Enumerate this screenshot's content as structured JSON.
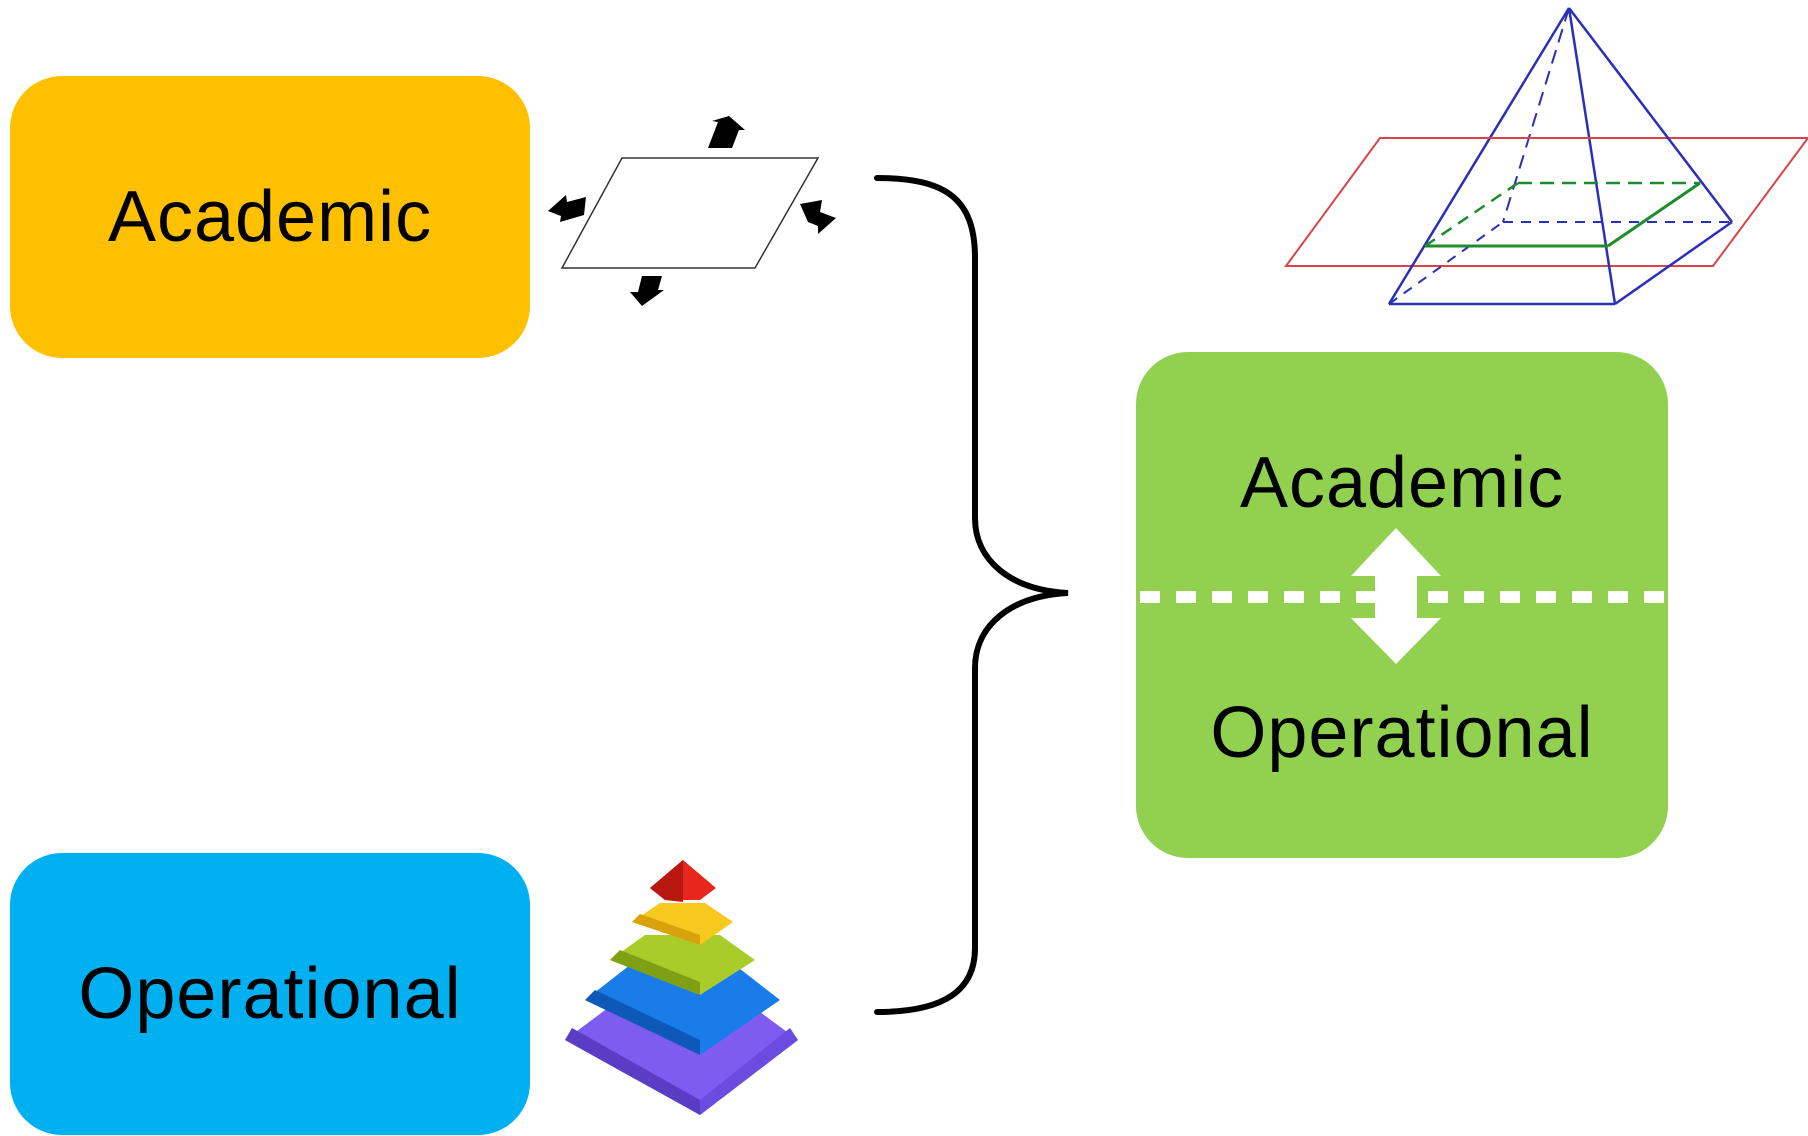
{
  "boxes": {
    "academic": {
      "label": "Academic",
      "color": "#FFC000"
    },
    "operational": {
      "label": "Operational",
      "color": "#00B0F0"
    },
    "combined": {
      "top_label": "Academic",
      "bottom_label": "Operational",
      "color": "#92D050"
    }
  },
  "icons": {
    "academic_icon": "flat-plane-with-arrows-icon",
    "operational_icon": "layered-pyramid-icon",
    "combined_icon": "pyramid-with-intersecting-planes-icon",
    "connector": "curly-brace-icon",
    "divider_arrow": "double-headed-arrow-icon"
  },
  "pyramid_layer_colors": [
    "#E8271C",
    "#F7C81E",
    "#A9CC2A",
    "#1A7CE8",
    "#7E5CF0"
  ],
  "plane_colors": {
    "outer_plane": "#D9444C",
    "inner_plane": "#1E8C2E",
    "pyramid": "#2A2FB8"
  }
}
